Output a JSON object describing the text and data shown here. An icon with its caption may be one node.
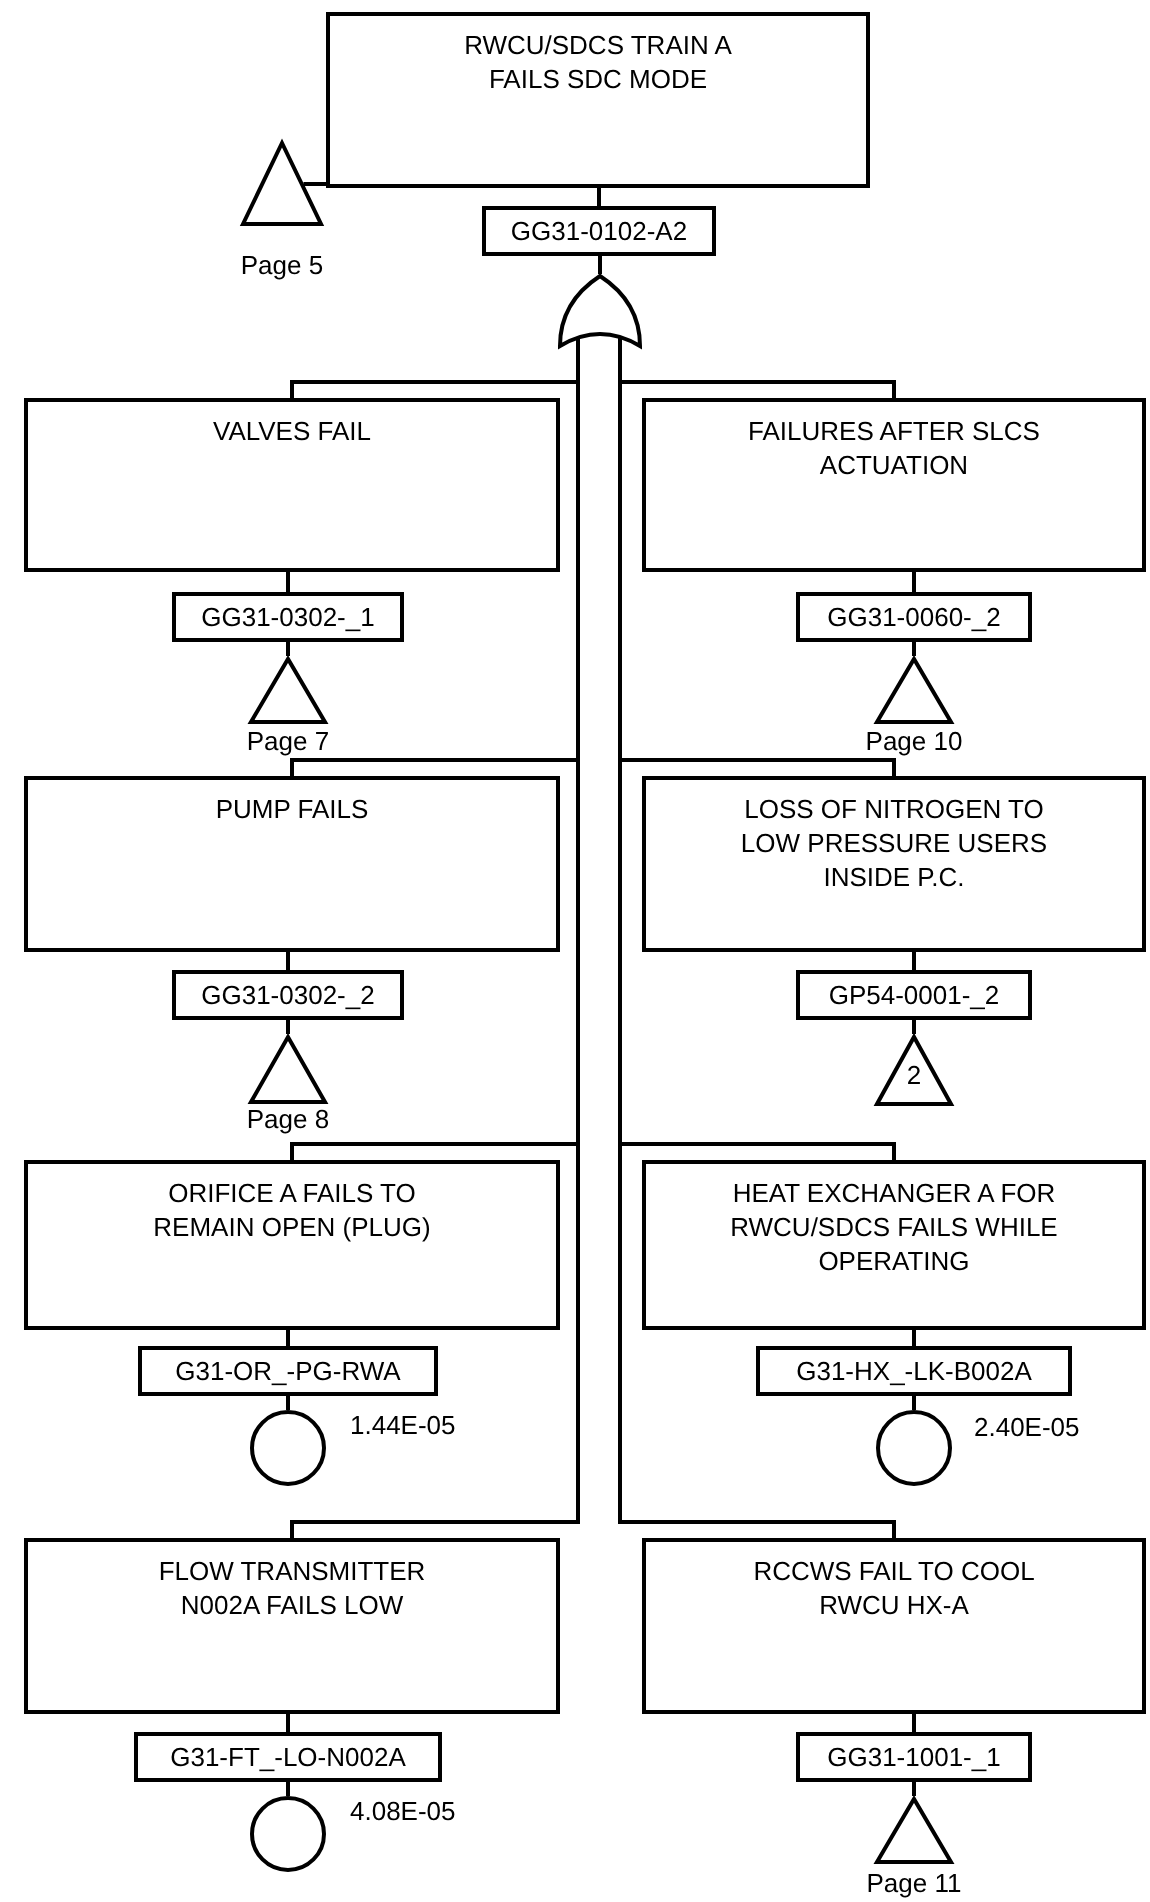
{
  "diagram": {
    "nodes": [
      {
        "text": [
          "RWCU/SDCS TRAIN A FAILS SDC MODE"
        ]
      },
      {
        "text": [
          "GG31-0102-A2"
        ]
      },
      {
        "text": [],
        "shape": "triangle",
        "beside": [
          "Page 5"
        ]
      },
      {
        "text": [],
        "shape": "gate"
      },
      {
        "text": [
          "VALVES FAIL"
        ]
      },
      {
        "text": [
          "GG31-0302-_1"
        ]
      },
      {
        "text": [],
        "shape": "triangle",
        "beside": [
          "Page 7"
        ]
      },
      {
        "text": [
          "PUMP FAILS"
        ]
      },
      {
        "text": [
          "GG31-0302-_2"
        ]
      },
      {
        "text": [],
        "shape": "triangle",
        "beside": [
          "Page 8"
        ]
      },
      {
        "text": [
          "ORIFICE A FAILS TO REMAIN OPEN (PLUG)"
        ]
      },
      {
        "text": [
          "G31-OR_-PG-RWA"
        ]
      },
      {
        "text": [],
        "shape": "circle",
        "beside": [
          "1.44E-05"
        ]
      },
      {
        "text": [
          "FLOW TRANSMITTER N002A FAILS LOW"
        ]
      },
      {
        "text": [
          "G31-FT_-LO-N002A"
        ]
      },
      {
        "text": [],
        "shape": "circle",
        "beside": [
          "4.08E-05"
        ]
      },
      {
        "text": [
          "FAILURES AFTER SLCS ACTUATION"
        ]
      },
      {
        "text": [
          "GG31-0060-_2"
        ]
      },
      {
        "text": [],
        "shape": "triangle",
        "beside": [
          "Page 10"
        ]
      },
      {
        "text": [
          "LOSS OF NITROGEN TO LOW PRESSURE USERS INSIDE P.C."
        ]
      },
      {
        "text": [
          "GP54-0001-_2"
        ]
      },
      {
        "text": [
          "2"
        ]
      },
      {
        "text": [
          "HEAT EXCHANGER A FOR RWCU/SDCS FAILS WHILE OPERATING"
        ]
      },
      {
        "text": [
          "G31-HX_-LK-B002A"
        ]
      },
      {
        "text": [],
        "shape": "circle",
        "beside": [
          "2.40E-05"
        ]
      },
      {
        "text": [
          "RCCWS FAIL TO COOL RWCU HX-A"
        ]
      },
      {
        "text": [
          "GG31-1001-_1"
        ]
      },
      {
        "text": [],
        "shape": "triangle",
        "beside": [
          "Page 11"
        ]
      }
    ],
    "edges": [
      {
        "from": 0,
        "to": 2,
        "arrow": "none"
      },
      {
        "from": 0,
        "to": 1,
        "arrow": "none"
      },
      {
        "from": 1,
        "to": 3,
        "arrow": "none"
      },
      {
        "from": 3,
        "to": 4,
        "arrow": "none"
      },
      {
        "from": 3,
        "to": 7,
        "arrow": "none"
      },
      {
        "from": 3,
        "to": 10,
        "arrow": "none"
      },
      {
        "from": 3,
        "to": 13,
        "arrow": "none"
      },
      {
        "from": 3,
        "to": 16,
        "arrow": "none"
      },
      {
        "from": 3,
        "to": 19,
        "arrow": "none"
      },
      {
        "from": 3,
        "to": 22,
        "arrow": "none"
      },
      {
        "from": 3,
        "to": 25,
        "arrow": "none"
      },
      {
        "from": 4,
        "to": 5,
        "arrow": "none"
      },
      {
        "from": 5,
        "to": 6,
        "arrow": "none"
      },
      {
        "from": 7,
        "to": 8,
        "arrow": "none"
      },
      {
        "from": 8,
        "to": 9,
        "arrow": "none"
      },
      {
        "from": 10,
        "to": 11,
        "arrow": "none"
      },
      {
        "from": 11,
        "to": 12,
        "arrow": "none"
      },
      {
        "from": 13,
        "to": 14,
        "arrow": "none"
      },
      {
        "from": 14,
        "to": 15,
        "arrow": "none"
      },
      {
        "from": 16,
        "to": 17,
        "arrow": "none"
      },
      {
        "from": 17,
        "to": 18,
        "arrow": "none"
      },
      {
        "from": 19,
        "to": 20,
        "arrow": "none"
      },
      {
        "from": 20,
        "to": 21,
        "arrow": "none"
      },
      {
        "from": 22,
        "to": 23,
        "arrow": "none"
      },
      {
        "from": 23,
        "to": 24,
        "arrow": "none"
      },
      {
        "from": 25,
        "to": 26,
        "arrow": "none"
      },
      {
        "from": 26,
        "to": 27,
        "arrow": "none"
      }
    ]
  }
}
